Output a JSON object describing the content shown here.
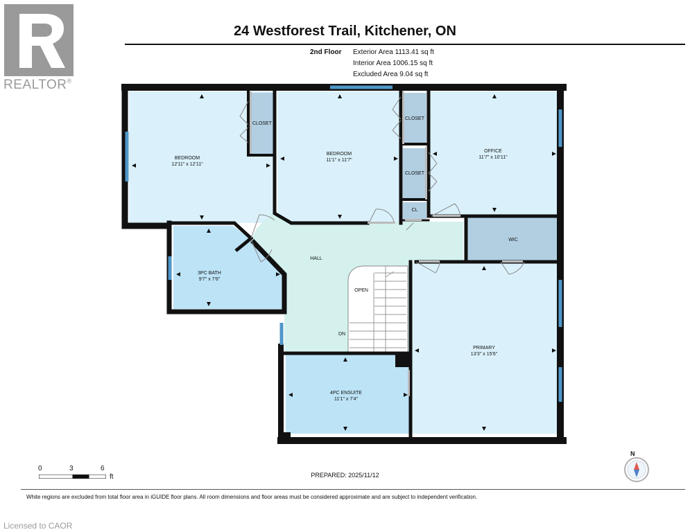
{
  "header": {
    "logo_text": "REALTOR",
    "title": "24 Westforest Trail, Kitchener, ON"
  },
  "floor": {
    "label": "2nd Floor",
    "exterior_area": "Exterior Area 1113.41 sq ft",
    "interior_area": "Interior Area 1006.15 sq ft",
    "excluded_area": "Excluded Area 9.04 sq ft"
  },
  "rooms": {
    "bedroom1": {
      "name": "BEDROOM",
      "dims": "12'11\" x 12'11\""
    },
    "bedroom2": {
      "name": "BEDROOM",
      "dims": "11'1\" x 11'7\""
    },
    "office": {
      "name": "OFFICE",
      "dims": "11'7\" x 10'11\""
    },
    "bath3": {
      "name": "3PC BATH",
      "dims": "9'7\" x 7'6\""
    },
    "hall": {
      "name": "HALL"
    },
    "wic": {
      "name": "WIC"
    },
    "primary": {
      "name": "PRIMARY",
      "dims": "13'3\" x 15'6\""
    },
    "ensuite": {
      "name": "4PC ENSUITE",
      "dims": "11'1\" x 7'4\""
    },
    "closet1": {
      "name": "CLOSET"
    },
    "closet2": {
      "name": "CLOSET"
    },
    "closet3": {
      "name": "CLOSET"
    },
    "cl": {
      "name": "CL"
    },
    "open": {
      "name": "OPEN"
    },
    "dn": {
      "name": "DN"
    }
  },
  "scale": {
    "tick0": "0",
    "tick3": "3",
    "tick6": "6",
    "unit": "ft"
  },
  "prepared": "PREPARED: 2025/11/12",
  "compass_label": "N",
  "disclaimer": "White regions are excluded from total floor area in iGUIDE floor plans. All room dimensions and floor areas must be considered approximate and are subject to independent verification.",
  "licensed": "Licensed to CAOR",
  "colors": {
    "room_fill": "#daf1fb",
    "bath_fill": "#bde3f6",
    "closet_fill": "#b2cfe2",
    "hall_fill": "#d4f1ee",
    "wall": "#111111",
    "window": "#4f97c9",
    "logo": "#9a9a9a"
  },
  "icons": [
    "realtor-logo-icon",
    "compass-icon",
    "stairs-icon",
    "door-icon"
  ]
}
